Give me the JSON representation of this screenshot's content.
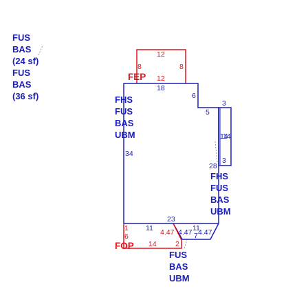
{
  "colors": {
    "main": "#1c20b8",
    "porch": "#e0141b",
    "dimension_main": "#1c20b8",
    "dimension_porch": "#e0141b",
    "leader": "#7a7aa0"
  },
  "legend_codes": [
    "FUS",
    "BAS",
    "(24 sf)",
    "FUS",
    "BAS",
    "(36 sf)"
  ],
  "area_codes": {
    "upper_left": [
      "FHS",
      "FUS",
      "BAS",
      "UBM"
    ],
    "right": [
      "FHS",
      "FUS",
      "BAS",
      "UBM"
    ],
    "bottom": [
      "FUS",
      "BAS",
      "UBM"
    ]
  },
  "labels": {
    "fep": "FEP",
    "fop": "FOP"
  },
  "dimensions": {
    "fep_top": "12",
    "fep_left": "8",
    "fep_right": "8",
    "fep_bottom": "12",
    "main_top": "18",
    "main_step_v": "6",
    "main_step_h": "5",
    "bump_top": "3",
    "bump_side_a": "14",
    "bump_side_b": "14",
    "bump_bottom": "3",
    "main_right": "28",
    "main_left": "34",
    "main_bottom": "23",
    "fop_top_left": "1",
    "fop_seg": "11",
    "fop_left": "6",
    "fop_bottom": "14",
    "fop_right": "2",
    "fop_diag": "4.47",
    "lower_diag_a": "4.47",
    "lower_diag_b": "4.47",
    "lower_seg": "11",
    "lower_tick": "7"
  }
}
